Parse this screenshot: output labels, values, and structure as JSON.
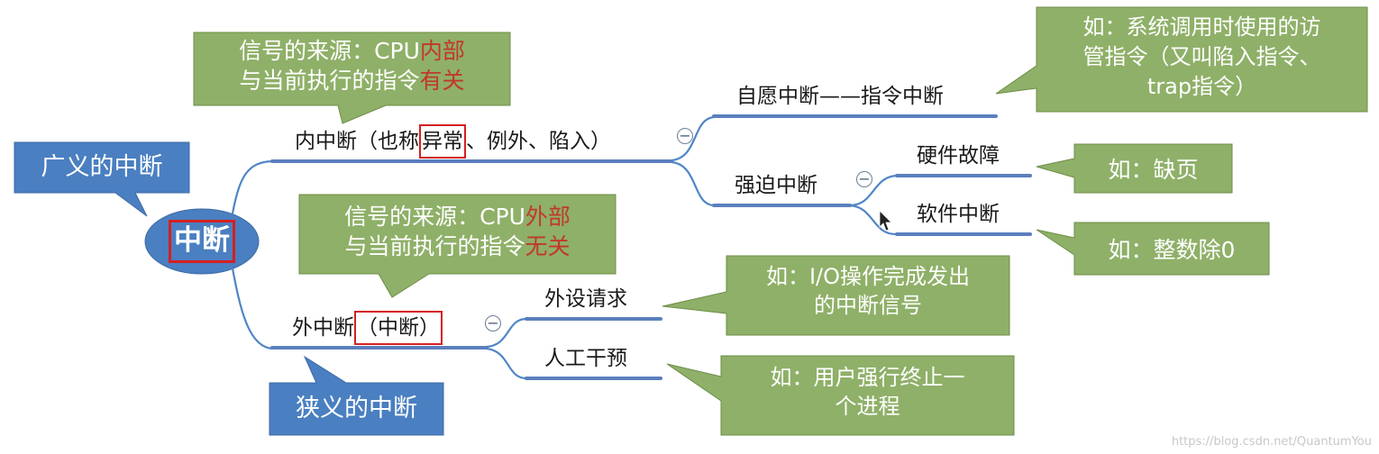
{
  "center": {
    "label": "中断"
  },
  "notes": {
    "broad": "广义的中断",
    "narrow": "狭义的中断"
  },
  "internal": {
    "label_pre": "内中断（也称",
    "label_highlight": "异常",
    "label_post": "、例外、陷入）",
    "callout": {
      "line1_pre": "信号的来源：CPU",
      "line1_hl": "内部",
      "line2_pre": "与当前执行的指令",
      "line2_hl": "有关"
    },
    "voluntary": "自愿中断——指令中断",
    "voluntary_callout": {
      "line1": "如：系统调用时使用的访",
      "line2": "管指令（又叫陷入指令、",
      "line3": "trap指令）"
    },
    "forced": "强迫中断",
    "hardware_fault": "硬件故障",
    "hardware_callout": "如：缺页",
    "software_interrupt": "软件中断",
    "software_callout": "如：整数除0"
  },
  "external": {
    "label_pre": "外中断",
    "label_highlight": "（中断）",
    "callout": {
      "line1_pre": "信号的来源：CPU",
      "line1_hl": "外部",
      "line2_pre": "与当前执行的指令",
      "line2_hl": "无关"
    },
    "peripheral": "外设请求",
    "peripheral_callout": {
      "line1": "如：I/O操作完成发出",
      "line2": "的中断信号"
    },
    "manual": "人工干预",
    "manual_callout": {
      "line1": "如：用户强行终止一",
      "line2": "个进程"
    }
  },
  "collapse_symbol": "−",
  "watermark": "https://blog.csdn.net/QuantumYou",
  "colors": {
    "green_box": "#8fb068",
    "green_border": "#6d8e48",
    "blue_box": "#4a7fc1",
    "branch_line": "#5b7fbd",
    "curve_line": "#4f86c6",
    "highlight": "#d42020"
  }
}
